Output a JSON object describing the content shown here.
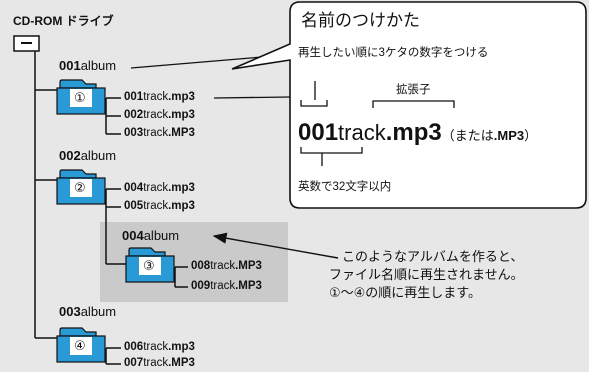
{
  "root": {
    "label": "CD-ROM ドライブ"
  },
  "albums": [
    {
      "num": "001",
      "suffix": "album",
      "marker": "①",
      "tracks": [
        {
          "num": "001",
          "word": "track",
          "ext": ".mp3"
        },
        {
          "num": "002",
          "word": "track",
          "ext": ".mp3"
        },
        {
          "num": "003",
          "word": "track",
          "ext": ".MP3"
        }
      ]
    },
    {
      "num": "002",
      "suffix": "album",
      "marker": "②",
      "tracks": [
        {
          "num": "004",
          "word": "track",
          "ext": ".mp3"
        },
        {
          "num": "005",
          "word": "track",
          "ext": ".mp3"
        }
      ]
    },
    {
      "num": "004",
      "suffix": "album",
      "marker": "③",
      "tracks": [
        {
          "num": "008",
          "word": "track",
          "ext": ".MP3"
        },
        {
          "num": "009",
          "word": "track",
          "ext": ".MP3"
        }
      ]
    },
    {
      "num": "003",
      "suffix": "album",
      "marker": "④",
      "tracks": [
        {
          "num": "006",
          "word": "track",
          "ext": ".mp3"
        },
        {
          "num": "007",
          "word": "track",
          "ext": ".MP3"
        }
      ]
    }
  ],
  "callout": {
    "title": "名前のつけかた",
    "rule_order": "再生したい順に3ケタの数字をつける",
    "ext_label": "拡張子",
    "example_num": "001",
    "example_word": "track",
    "example_ext": ".mp3",
    "example_alt_open": "（または",
    "example_alt_ext": ".MP3",
    "example_alt_close": "）",
    "rule_length": "英数で32文字以内"
  },
  "note": {
    "line1": "このようなアルバムを作ると、",
    "line2": "ファイル名順に再生されません。",
    "line3": "①～④の順に再生します。"
  },
  "colors": {
    "folder": "#2a9ad6",
    "folder_outline": "#111111",
    "highlight": "#cacaca",
    "background": "#e7e7e7"
  }
}
